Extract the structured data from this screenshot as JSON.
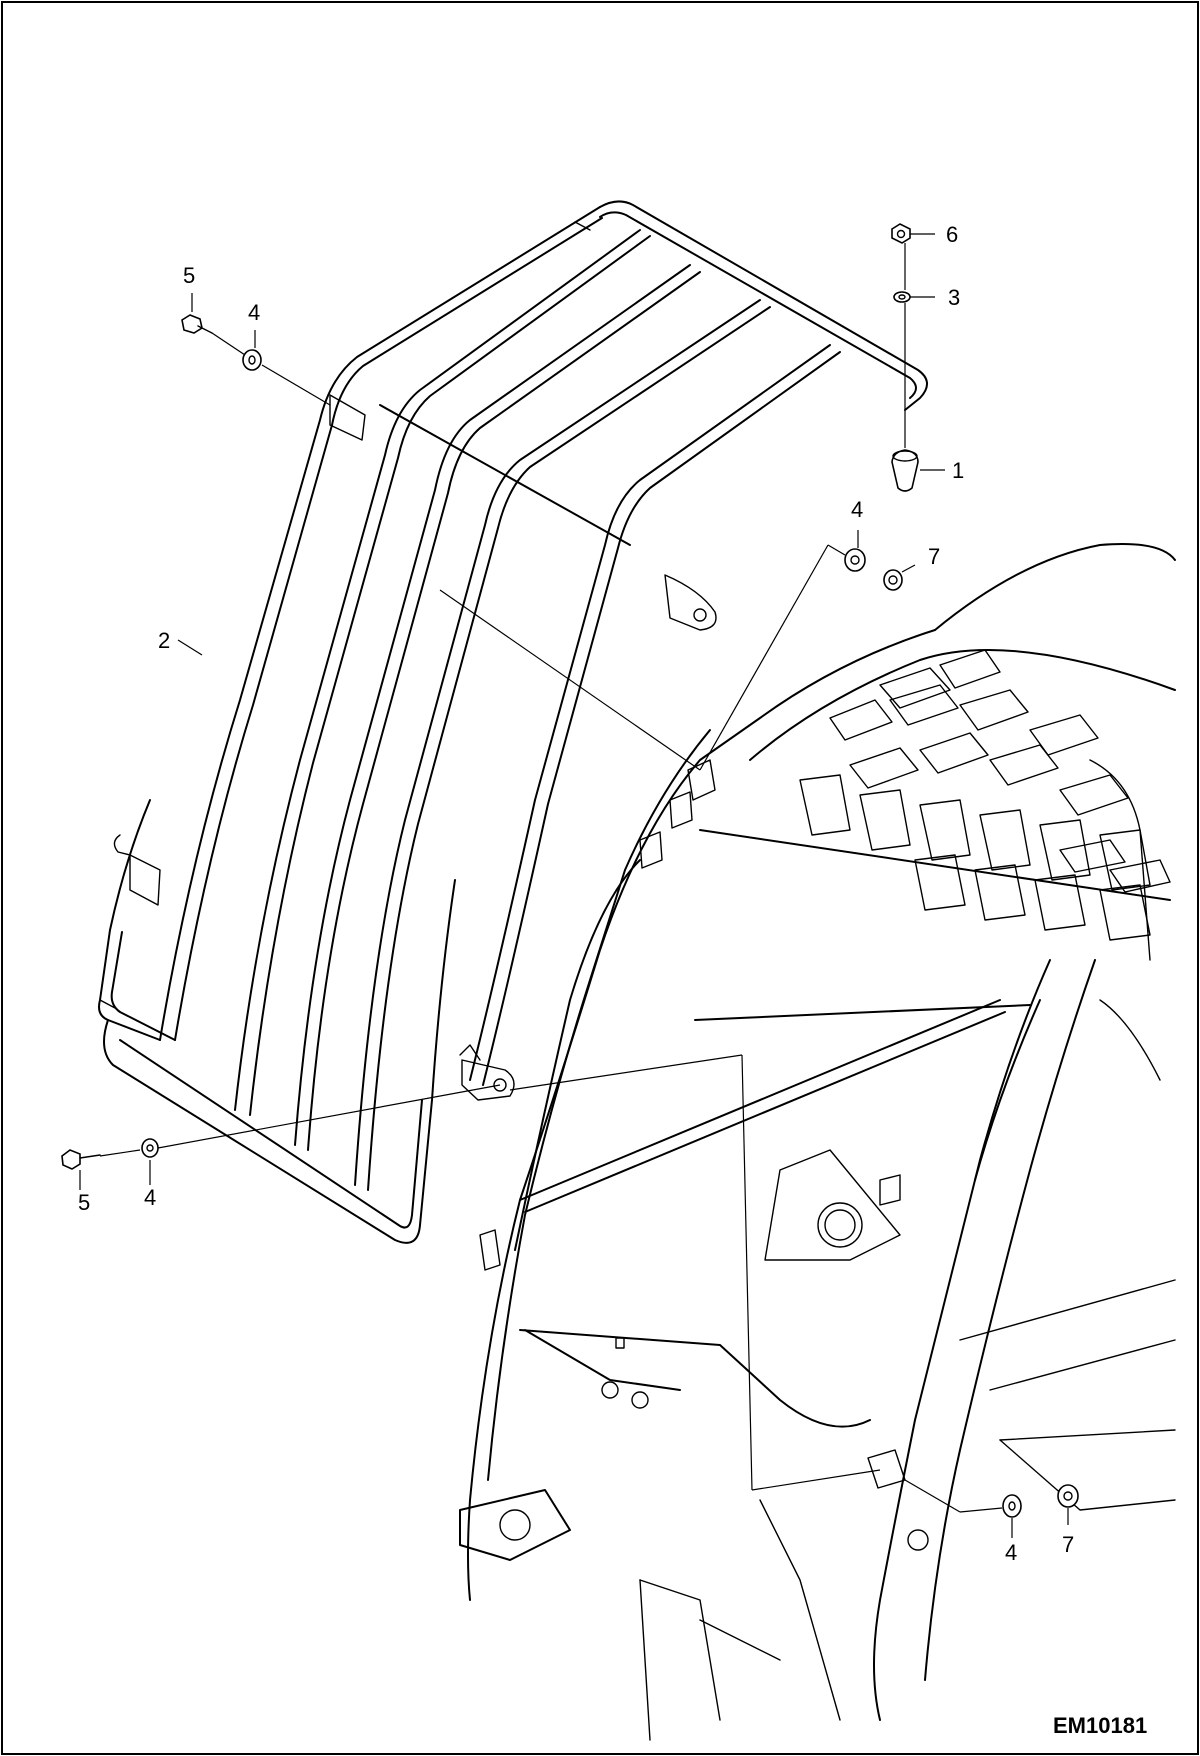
{
  "figure": {
    "code": "EM10181"
  },
  "callouts": {
    "top_bolt": "5",
    "top_washer": "4",
    "guard": "2",
    "nut": "6",
    "washer_3": "3",
    "bumper": "1",
    "right_washer_top": "4",
    "right_nut_top": "7",
    "bottom_bolt": "5",
    "bottom_washer": "4",
    "right_washer_bottom": "4",
    "right_nut_bottom": "7"
  }
}
